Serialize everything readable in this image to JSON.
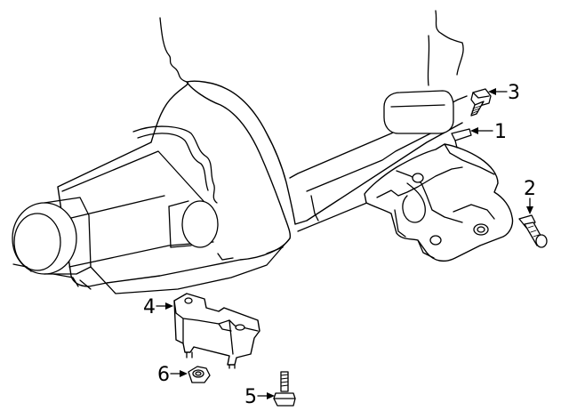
{
  "diagram": {
    "callouts": [
      {
        "id": "callout-1",
        "label": "1",
        "part": "transmission-mount-bracket"
      },
      {
        "id": "callout-2",
        "label": "2",
        "part": "bracket-bolt"
      },
      {
        "id": "callout-3",
        "label": "3",
        "part": "upper-bolt"
      },
      {
        "id": "callout-4",
        "label": "4",
        "part": "transmission-mount"
      },
      {
        "id": "callout-5",
        "label": "5",
        "part": "mount-bolt"
      },
      {
        "id": "callout-6",
        "label": "6",
        "part": "mount-nut"
      }
    ]
  }
}
